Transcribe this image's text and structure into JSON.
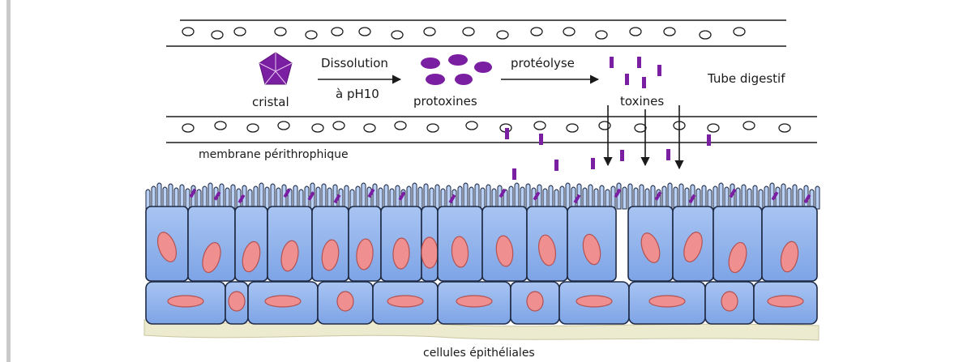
{
  "labels": {
    "cristal": "cristal",
    "dissolution": "Dissolution",
    "ph": "à pH10",
    "protoxines": "protoxines",
    "proteolyse": "protéolyse",
    "toxines": "toxines",
    "tube_digestif": "Tube digestif",
    "membrane": "membrane périthrophique",
    "cellules": "cellules épithéliales"
  },
  "colors": {
    "purple": "#7b1fa2",
    "cell_fill": "#8fb3ec",
    "cell_fill_light": "#b9d0f4",
    "cell_stroke": "#1f2a44",
    "nucleus": "#ef8f8f",
    "nucleus_stroke": "#b25252",
    "basal_lamina": "#ecebcf",
    "line": "#1a1a1a"
  },
  "icons": [
    "crystal-pentagon-icon",
    "protoxin-oval-icon",
    "toxin-rod-icon",
    "arrow-icon"
  ]
}
